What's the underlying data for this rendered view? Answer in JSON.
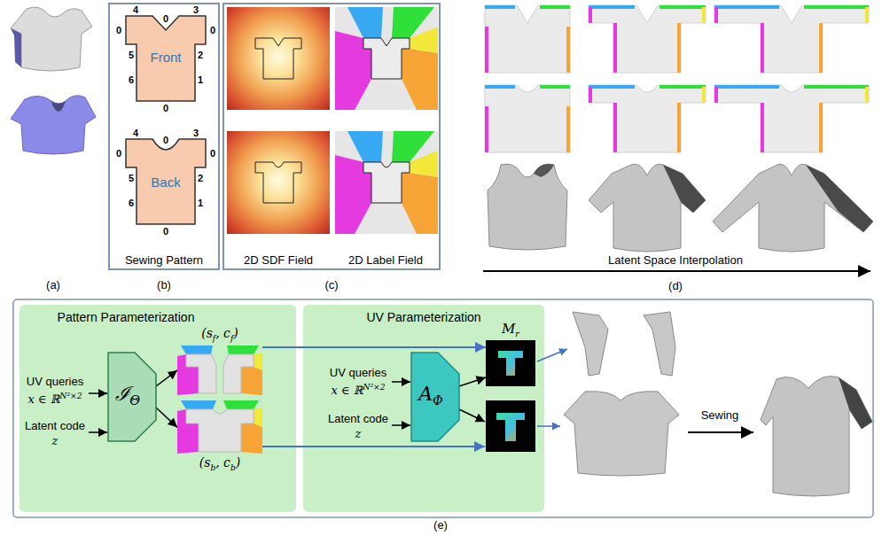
{
  "diagram": {
    "nodes": [
      {
        "text": [
          "Sewing Pattern"
        ]
      },
      {
        "text": [
          "Front"
        ],
        "in": 0
      },
      {
        "text": [
          "Back"
        ],
        "in": 0
      },
      {
        "text": [
          "2D SDF Field",
          "2D Label Field"
        ]
      },
      {
        "text": [
          "Pattern Parameterization"
        ]
      },
      {
        "text": [
          "ℐ",
          "Θ"
        ],
        "in": 4
      },
      {
        "text": [
          "(s",
          "f",
          ", c",
          "f",
          ")"
        ],
        "in": 4
      },
      {
        "text": [
          "(s",
          "b",
          ", c",
          "b",
          ")"
        ],
        "in": 4
      },
      {
        "text": [
          "UV Parameterization"
        ]
      },
      {
        "text": [
          "A",
          "Φ"
        ],
        "in": 8
      },
      {
        "text": [
          "M",
          "r"
        ],
        "in": 8
      }
    ],
    "edges": [
      {
        "from": 5,
        "to": 6,
        "arrow": "to"
      },
      {
        "from": 5,
        "to": 7,
        "arrow": "to"
      },
      {
        "from": 6,
        "to": 10,
        "arrow": "to"
      },
      {
        "from": 9,
        "to": 10,
        "arrow": "to"
      }
    ],
    "labels": [
      "(a)",
      "4",
      "0",
      "3",
      "0",
      "0",
      "5",
      "2",
      "6",
      "1",
      "0",
      "4",
      "0",
      "3",
      "0",
      "0",
      "5",
      "2",
      "6",
      "1",
      "0",
      "(b)",
      "(c)",
      "Latent Space Interpolation",
      "(d)",
      "UV queries",
      "x ∈ ℝ",
      "N²×2",
      "Latent code",
      "z",
      "UV queries",
      "x ∈ ℝ",
      "N²×2",
      "Latent code",
      "z",
      "Sewing",
      "(e)"
    ]
  }
}
